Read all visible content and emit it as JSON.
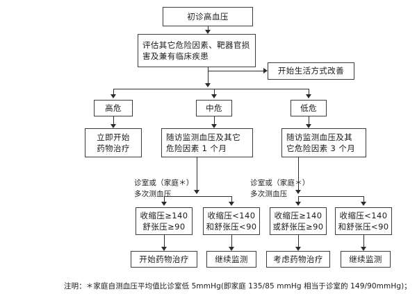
{
  "diagram": {
    "title_box": {
      "label": "初诊高血压"
    },
    "assess_box": {
      "label": "评估其它危险因素、靶器官损\n害及兼有临床疾患"
    },
    "lifestyle_box": {
      "label": "开始生活方式改善"
    },
    "risk_levels": [
      {
        "label": "高危"
      },
      {
        "label": "中危"
      },
      {
        "label": "低危"
      }
    ],
    "actions": [
      {
        "label": "立即开始\n药物治疗"
      },
      {
        "label": "随访监测血压及其它\n危险因素 1 个月"
      },
      {
        "label": "随访监测血压及其\n它危险因素 3 个月"
      }
    ],
    "measure_notes": [
      {
        "label": "诊室或（家庭＊）\n多次测血压"
      },
      {
        "label": "诊室或（家庭＊）\n多次测血压"
      }
    ],
    "criteria": [
      {
        "label": "收缩压≥140\n舒张压≥90"
      },
      {
        "label": "收缩压<140\n和舒张压<90"
      },
      {
        "label": "收缩压≥140\n或舒张压≥90"
      },
      {
        "label": "收缩压<140\n和舒张压<90"
      }
    ],
    "outcomes": [
      {
        "label": "开始药物治疗"
      },
      {
        "label": "继续监测"
      },
      {
        "label": "考虑药物治疗"
      },
      {
        "label": "继续监测"
      }
    ],
    "footnote": {
      "label": "注明：＊家庭自测血压平均值比诊室低 5mmHg(即家庭 135/85 mmHg 相当于诊室的 149/90mmHg)；"
    }
  },
  "colors": {
    "border": "#3a3a3a",
    "line": "#2c2c2c",
    "text": "#1a1a1a",
    "background": "#ffffff"
  }
}
